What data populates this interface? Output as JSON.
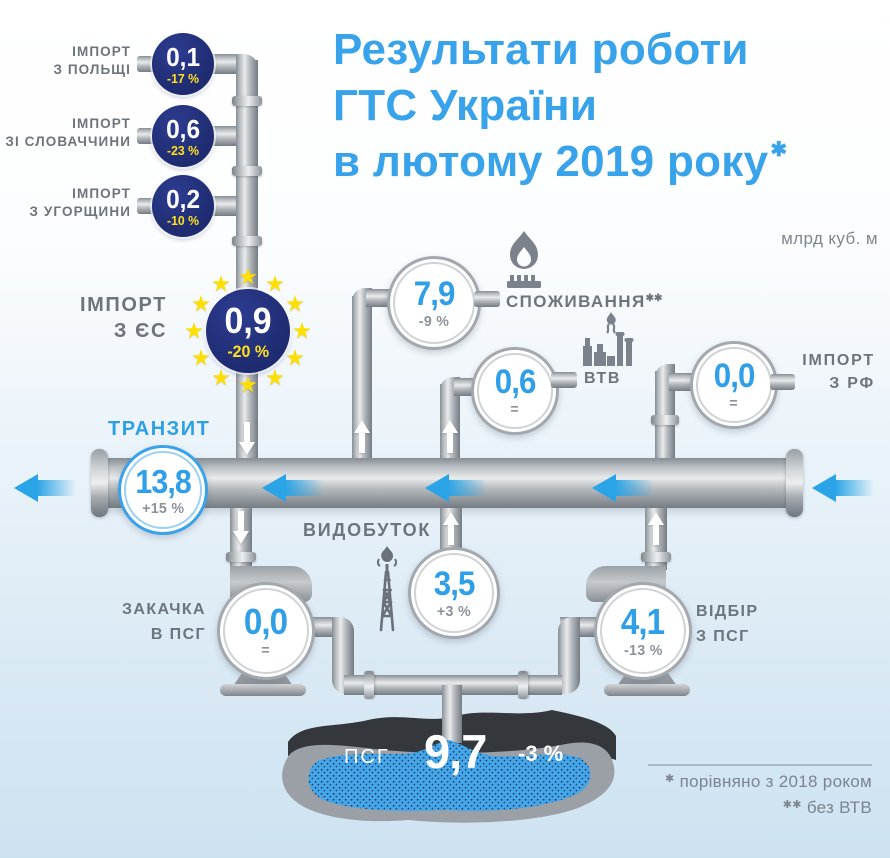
{
  "title": {
    "line1": "Результати роботи",
    "line2": "ГТС України",
    "line3": "в лютому 2019 року",
    "mark": "✱"
  },
  "units_label": "млрд куб. м",
  "imports_left": [
    {
      "label1": "ІМПОРТ",
      "label2": "З ПОЛЬЩІ",
      "value": "0,1",
      "change": "-17 %"
    },
    {
      "label1": "ІМПОРТ",
      "label2": "ЗІ СЛОВАЧЧИНИ",
      "value": "0,6",
      "change": "-23 %"
    },
    {
      "label1": "ІМПОРТ",
      "label2": "З УГОРЩИНИ",
      "value": "0,2",
      "change": "-10 %"
    }
  ],
  "eu_import": {
    "label1": "ІМПОРТ",
    "label2": "З ЄС",
    "value": "0,9",
    "change": "-20 %"
  },
  "transit": {
    "label": "ТРАНЗИТ",
    "value": "13,8",
    "change": "+15 %"
  },
  "consumption": {
    "label": "СПОЖИВАННЯ",
    "mark": "✱✱",
    "value": "7,9",
    "change": "-9 %"
  },
  "vtv": {
    "label": "ВТВ",
    "value": "0,6",
    "change": "="
  },
  "rf_import": {
    "label1": "ІМПОРТ",
    "label2": "З РФ",
    "value": "0,0",
    "change": "="
  },
  "production": {
    "label": "ВИДОБУТОК",
    "value": "3,5",
    "change": "+3 %"
  },
  "injection": {
    "label1": "ЗАКАЧКА",
    "label2": "В ПСГ",
    "value": "0,0",
    "change": "="
  },
  "withdrawal": {
    "label1": "ВІДБІР",
    "label2": "З ПСГ",
    "value": "4,1",
    "change": "-13 %"
  },
  "storage": {
    "label": "ПСГ",
    "value": "9,7",
    "change": "-3 %"
  },
  "footnotes": {
    "mark1": "✱",
    "note1": " порівняно з 2018 роком",
    "mark2": "✱✱",
    "note2": " без ВТВ"
  },
  "icons": {
    "star": "★"
  },
  "colors": {
    "accent_blue": "#38a3ea",
    "navy_circle": "#1f2c74",
    "star_yellow": "#ffdf00",
    "value_blue": "#2f9fe8",
    "pipe_gray": "#aeb4b9",
    "storage_blue": "#45a7e9",
    "label_gray": "#6e747b",
    "pct_yellow": "#ffe01a"
  }
}
